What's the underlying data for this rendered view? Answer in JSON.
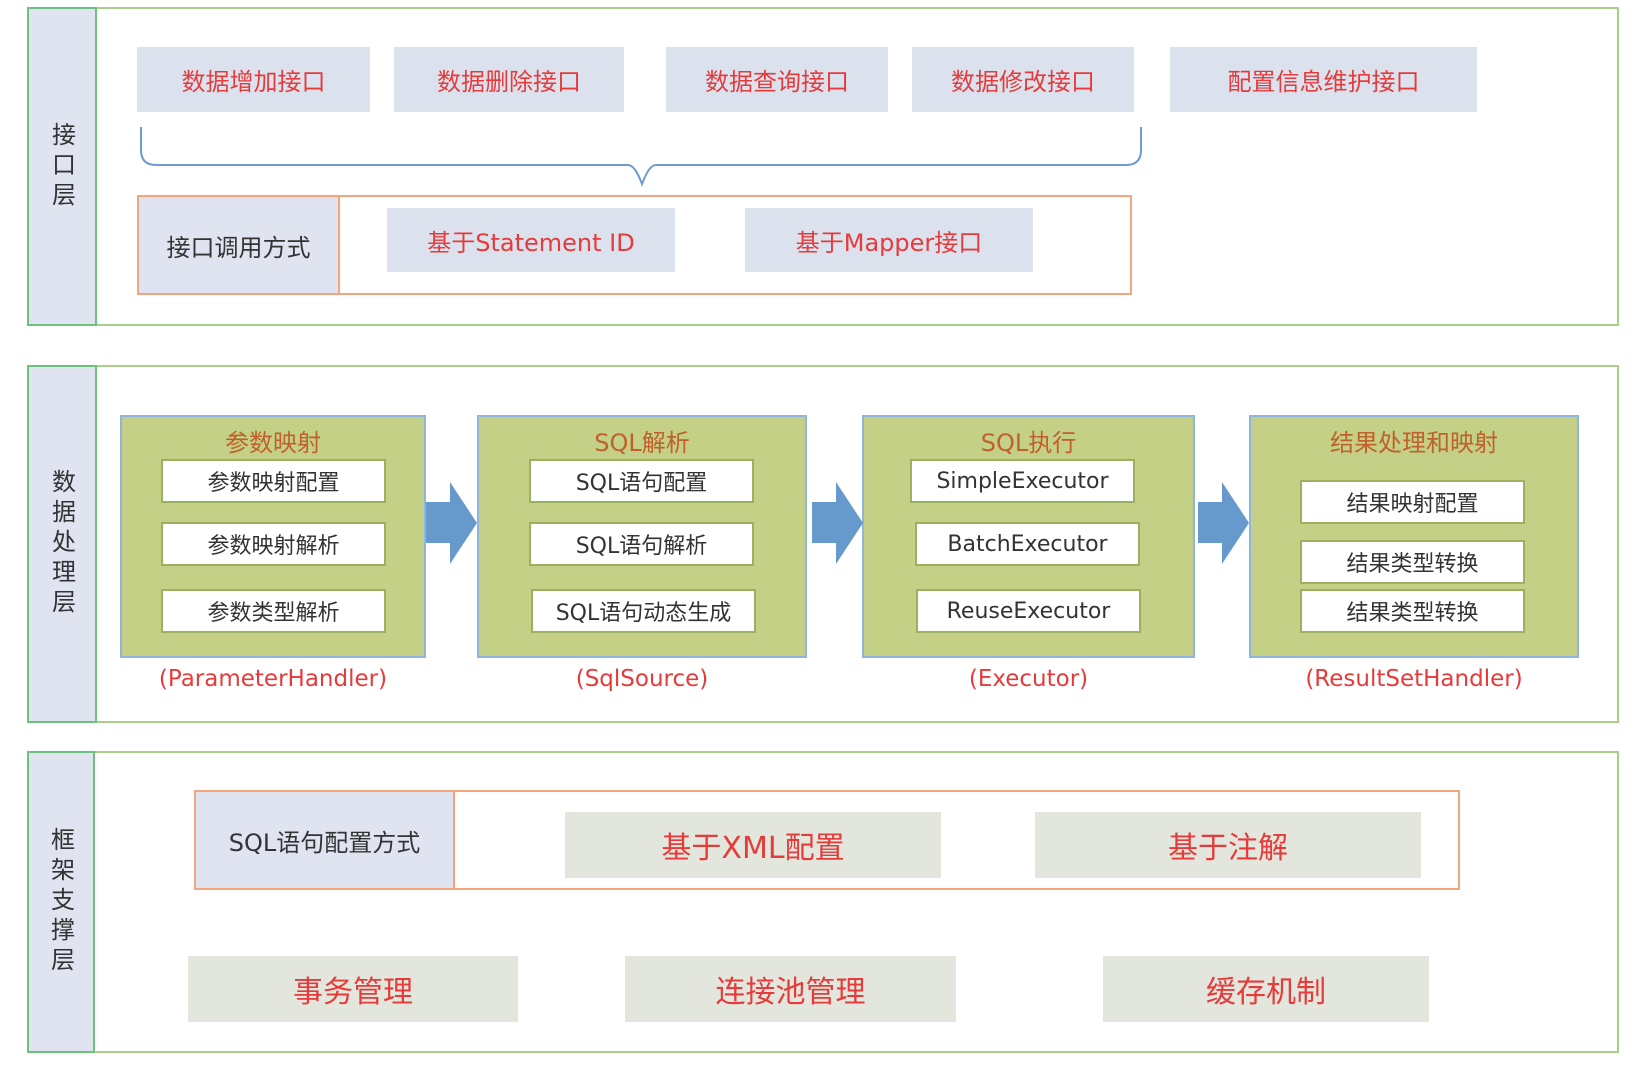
{
  "interface_layer": {
    "label": "接口层",
    "apis": [
      "数据增加接口",
      "数据删除接口",
      "数据查询接口",
      "数据修改接口",
      "配置信息维护接口"
    ],
    "invocation": {
      "label": "接口调用方式",
      "methods": [
        "基于Statement ID",
        "基于Mapper接口"
      ]
    }
  },
  "data_layer": {
    "label": "数据处理层",
    "stages": [
      {
        "title": "参数映射",
        "items": [
          "参数映射配置",
          "参数映射解析",
          "参数类型解析"
        ],
        "handler": "(ParameterHandler)"
      },
      {
        "title": "SQL解析",
        "items": [
          "SQL语句配置",
          "SQL语句解析",
          "SQL语句动态生成"
        ],
        "handler": "(SqlSource)"
      },
      {
        "title": "SQL执行",
        "items": [
          "SimpleExecutor",
          "BatchExecutor",
          "ReuseExecutor"
        ],
        "handler": "(Executor)"
      },
      {
        "title": "结果处理和映射",
        "items": [
          "结果映射配置",
          "结果类型转换",
          "结果类型转换"
        ],
        "handler": "(ResultSetHandler)"
      }
    ]
  },
  "framework_layer": {
    "label": "框架支撑层",
    "sql_config": {
      "label": "SQL语句配置方式",
      "methods": [
        "基于XML配置",
        "基于注解"
      ]
    },
    "services": [
      "事务管理",
      "连接池管理",
      "缓存机制"
    ]
  },
  "colors": {
    "accent_text": "#e53b3b",
    "stage_title": "#c0602a",
    "stage_fill": "#c3d086",
    "arrow": "#6699cc",
    "layer_border": "#a9cf8b",
    "group_border": "#f4a57c"
  }
}
